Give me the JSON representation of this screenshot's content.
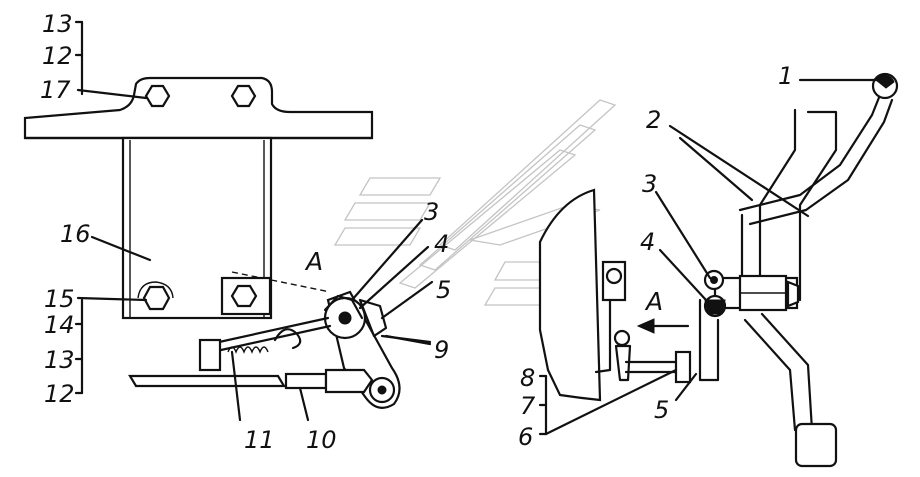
{
  "labels": {
    "l13_top": "13",
    "l12_top": "12",
    "l17": "17",
    "l16": "16",
    "l15": "15",
    "l14": "14",
    "l13_bot": "13",
    "l12_bot": "12",
    "l11": "11",
    "l10": "10",
    "l9": "9",
    "l5_left": "5",
    "l4_left": "4",
    "l3_left": "3",
    "lA_left": "A",
    "l1": "1",
    "l2": "2",
    "l3_right": "3",
    "l4_right": "4",
    "lA_right": "A",
    "l5_right": "5",
    "l8": "8",
    "l7": "7",
    "l6": "6"
  }
}
